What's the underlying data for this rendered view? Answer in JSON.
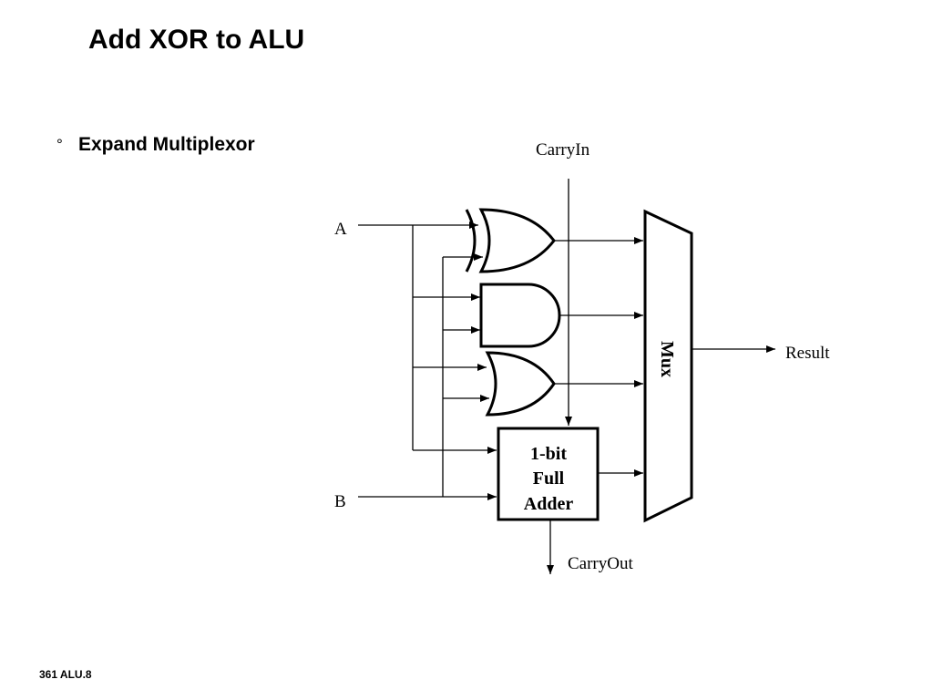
{
  "slide": {
    "title": "Add XOR to ALU",
    "bullet_symbol": "°",
    "bullet_text": "Expand Multiplexor",
    "footer": "361 ALU.8"
  },
  "diagram": {
    "labels": {
      "carry_in": "CarryIn",
      "input_a": "A",
      "input_b": "B",
      "result": "Result",
      "carry_out": "CarryOut",
      "mux": "Mux",
      "adder": [
        "1-bit",
        "Full",
        "Adder"
      ]
    },
    "gates": [
      "xor-gate",
      "and-gate",
      "or-gate",
      "full-adder"
    ]
  }
}
